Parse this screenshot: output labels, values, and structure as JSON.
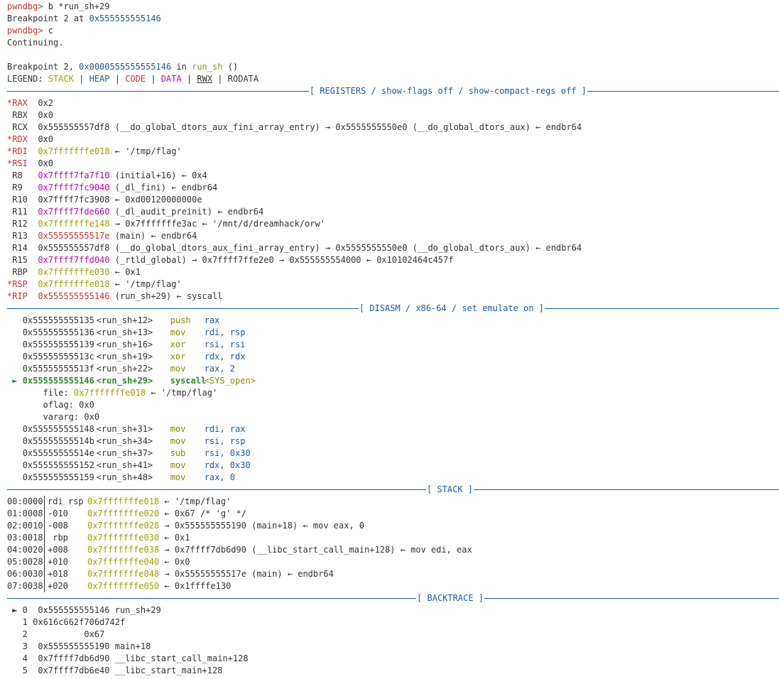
{
  "header": {
    "prompt": "pwndbg>",
    "cmd1": " b *run_sh+29",
    "bp_msg": "Breakpoint 2 at ",
    "bp_addr": "0x555555555146",
    "cmd2": " c",
    "continuing": "Continuing.",
    "hit_prefix": "Breakpoint 2, ",
    "hit_addr": "0x0000555555555146",
    "hit_in": " in ",
    "hit_fn": "run_sh",
    "hit_suffix": " ()"
  },
  "legend": {
    "label": "LEGEND: ",
    "stack": "STACK",
    "heap": "HEAP",
    "code": "CODE",
    "data": "DATA",
    "rwx": "RWX",
    "rodata": "RODATA",
    "sep": " | "
  },
  "sections": {
    "registers": "[ REGISTERS / show-flags off / show-compact-regs off ]",
    "disasm": "[ DISASM / x86-64 / set emulate on ]",
    "stack": "[ STACK ]",
    "backtrace": "[ BACKTRACE ]"
  },
  "registers": [
    {
      "name": "*RAX",
      "changed": true,
      "value": "0x2",
      "rest": ""
    },
    {
      "name": " RBX",
      "changed": false,
      "value": "0x0",
      "rest": ""
    },
    {
      "name": " RCX",
      "changed": false,
      "value": "0x555555557df8",
      "rest": " (__do_global_dtors_aux_fini_array_entry) → 0x5555555550e0 (__do_global_dtors_aux) ← endbr64"
    },
    {
      "name": "*RDX",
      "changed": true,
      "value": "0x0",
      "rest": ""
    },
    {
      "name": "*RDI",
      "changed": true,
      "value": "0x7fffffffe018",
      "rest": " ← '/tmp/flag'"
    },
    {
      "name": "*RSI",
      "changed": true,
      "value": "0x0",
      "rest": ""
    },
    {
      "name": " R8 ",
      "changed": false,
      "value": "0x7ffff7fa7f10",
      "rest": " (initial+16) ← 0x4"
    },
    {
      "name": " R9 ",
      "changed": false,
      "value": "0x7ffff7fc9040",
      "rest": " (_dl_fini) ← endbr64"
    },
    {
      "name": " R10",
      "changed": false,
      "value": "0x7ffff7fc3908",
      "rest": " ← 0xd00120000000e"
    },
    {
      "name": " R11",
      "changed": false,
      "value": "0x7ffff7fde660",
      "rest": " (_dl_audit_preinit) ← endbr64"
    },
    {
      "name": " R12",
      "changed": false,
      "value": "0x7fffffffe148",
      "rest": " → 0x7fffffffe3ac ← '/mnt/d/dreamhack/orw'"
    },
    {
      "name": " R13",
      "changed": false,
      "value": "0x55555555517e",
      "rest": " (main) ← endbr64"
    },
    {
      "name": " R14",
      "changed": false,
      "value": "0x555555557df8",
      "rest": " (__do_global_dtors_aux_fini_array_entry) → 0x5555555550e0 (__do_global_dtors_aux) ← endbr64"
    },
    {
      "name": " R15",
      "changed": false,
      "value": "0x7ffff7ffd040",
      "rest": " (_rtld_global) → 0x7ffff7ffe2e0 → 0x555555554000 ← 0x10102464c457f"
    },
    {
      "name": " RBP",
      "changed": false,
      "value": "0x7fffffffe030",
      "rest": " ← 0x1"
    },
    {
      "name": "*RSP",
      "changed": true,
      "value": "0x7fffffffe018",
      "rest": " ← '/tmp/flag'"
    },
    {
      "name": "*RIP",
      "changed": true,
      "value": "0x555555555146",
      "rest": " (run_sh+29) ← syscall"
    }
  ],
  "disasm": [
    {
      "cur": false,
      "addr": "0x555555555135",
      "fn": "<run_sh+12>",
      "op": "push",
      "args": "rax"
    },
    {
      "cur": false,
      "addr": "0x555555555136",
      "fn": "<run_sh+13>",
      "op": "mov",
      "args": "rdi, rsp"
    },
    {
      "cur": false,
      "addr": "0x555555555139",
      "fn": "<run_sh+16>",
      "op": "xor",
      "args": "rsi, rsi"
    },
    {
      "cur": false,
      "addr": "0x55555555513c",
      "fn": "<run_sh+19>",
      "op": "xor",
      "args": "rdx, rdx"
    },
    {
      "cur": false,
      "addr": "0x55555555513f",
      "fn": "<run_sh+22>",
      "op": "mov",
      "args": "rax, 2"
    },
    {
      "cur": true,
      "addr": "0x555555555146",
      "fn": "<run_sh+29>",
      "op": "syscall",
      "args": "<SYS_open>"
    },
    {
      "cur": false,
      "addr": "0x555555555148",
      "fn": "<run_sh+31>",
      "op": "mov",
      "args": "rdi, rax"
    },
    {
      "cur": false,
      "addr": "0x55555555514b",
      "fn": "<run_sh+34>",
      "op": "mov",
      "args": "rsi, rsp"
    },
    {
      "cur": false,
      "addr": "0x55555555514e",
      "fn": "<run_sh+37>",
      "op": "sub",
      "args": "rsi, 0x30"
    },
    {
      "cur": false,
      "addr": "0x555555555152",
      "fn": "<run_sh+41>",
      "op": "mov",
      "args": "rdx, 0x30"
    },
    {
      "cur": false,
      "addr": "0x555555555159",
      "fn": "<run_sh+48>",
      "op": "mov",
      "args": "rax, 0"
    }
  ],
  "syscall_args": [
    {
      "label": "file:",
      "value": " 0x7fffffffe018",
      "rest": " ← '/tmp/flag'"
    },
    {
      "label": "oflag:",
      "value": "",
      "rest": " 0x0"
    },
    {
      "label": "vararg:",
      "value": "",
      "rest": " 0x0"
    }
  ],
  "stack": [
    {
      "off": "00:0000",
      "rel": "rdi rsp",
      "addr": "0x7fffffffe018",
      "rest": " ← '/tmp/flag'"
    },
    {
      "off": "01:0008",
      "rel": "-010",
      "addr": "0x7fffffffe020",
      "rest": " ← 0x67 /* 'g' */"
    },
    {
      "off": "02:0010",
      "rel": "-008",
      "addr": "0x7fffffffe028",
      "rest": " → 0x555555555190 (main+18) ← mov eax, 0"
    },
    {
      "off": "03:0018",
      "rel": " rbp",
      "addr": "0x7fffffffe030",
      "rest": " ← 0x1"
    },
    {
      "off": "04:0020",
      "rel": "+008",
      "addr": "0x7fffffffe038",
      "rest": " → 0x7ffff7db6d90 (__libc_start_call_main+128) ← mov edi, eax"
    },
    {
      "off": "05:0028",
      "rel": "+010",
      "addr": "0x7fffffffe040",
      "rest": " ← 0x0"
    },
    {
      "off": "06:0030",
      "rel": "+018",
      "addr": "0x7fffffffe048",
      "rest": " → 0x55555555517e (main) ← endbr64"
    },
    {
      "off": "07:0038",
      "rel": "+020",
      "addr": "0x7fffffffe050",
      "rest": " ← 0x1ffffe130"
    }
  ],
  "backtrace": [
    {
      "marker": "► 0",
      "addr": "  0x555555555146",
      "sym": " run_sh+29"
    },
    {
      "marker": "  1",
      "addr": " 0x616c662f706d742f",
      "sym": ""
    },
    {
      "marker": "  2",
      "addr": "           0x67",
      "sym": ""
    },
    {
      "marker": "  3",
      "addr": "  0x555555555190",
      "sym": " main+18"
    },
    {
      "marker": "  4",
      "addr": "  0x7ffff7db6d90",
      "sym": " __libc_start_call_main+128"
    },
    {
      "marker": "  5",
      "addr": "  0x7ffff7db6e40",
      "sym": " __libc_start_main+128"
    }
  ]
}
